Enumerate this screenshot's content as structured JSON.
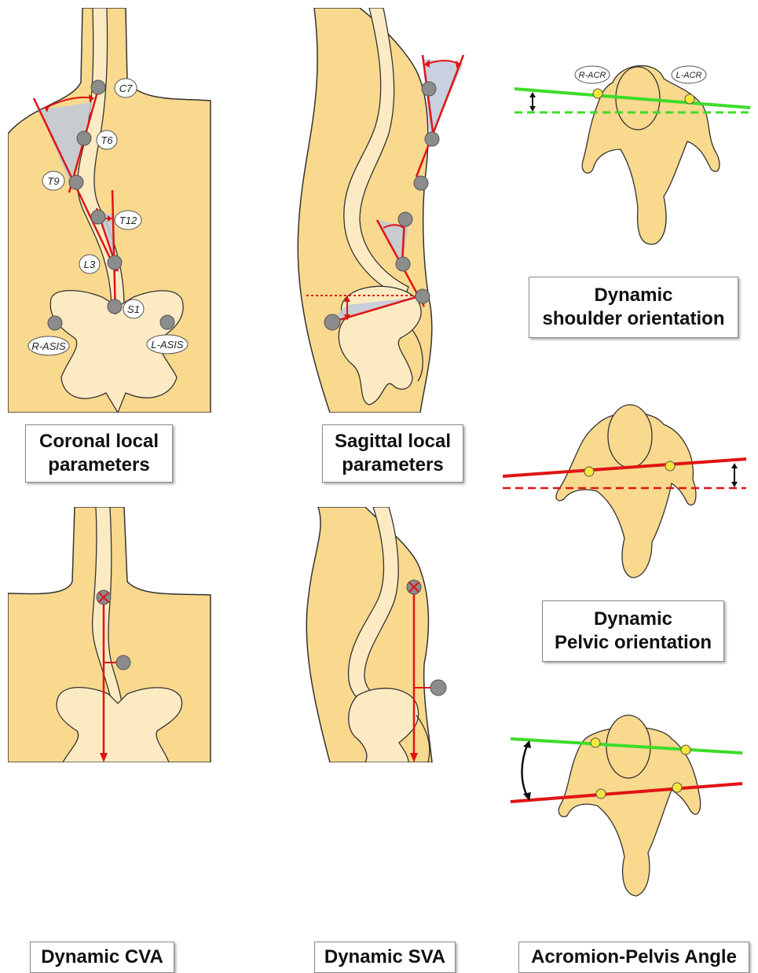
{
  "captions": {
    "coronal": [
      "Coronal local",
      "parameters"
    ],
    "sagittal": [
      "Sagittal local",
      "parameters"
    ],
    "shoulder": [
      "Dynamic",
      "shoulder orientation"
    ],
    "pelvic": [
      "Dynamic",
      "Pelvic orientation"
    ],
    "cva": "Dynamic CVA",
    "sva": "Dynamic SVA",
    "app": "Acromion-Pelvis Angle"
  },
  "landmarks": {
    "c7": "C7",
    "t6": "T6",
    "t9": "T9",
    "t12": "T12",
    "l3": "L3",
    "s1": "S1",
    "r_asis": "R-ASIS",
    "l_asis": "L-ASIS",
    "r_acr": "R-ACR",
    "l_acr": "L-ACR"
  },
  "colors": {
    "skin": "#F9D98E",
    "bone": "#FCEBC2",
    "outline": "#333333",
    "marker": "#8C8C8C",
    "angle_fill": "#BFC9DA",
    "measure_red": "#E01414",
    "shoulder_green": "#3CDC28",
    "acromion_yellow": "#F5E63A"
  }
}
